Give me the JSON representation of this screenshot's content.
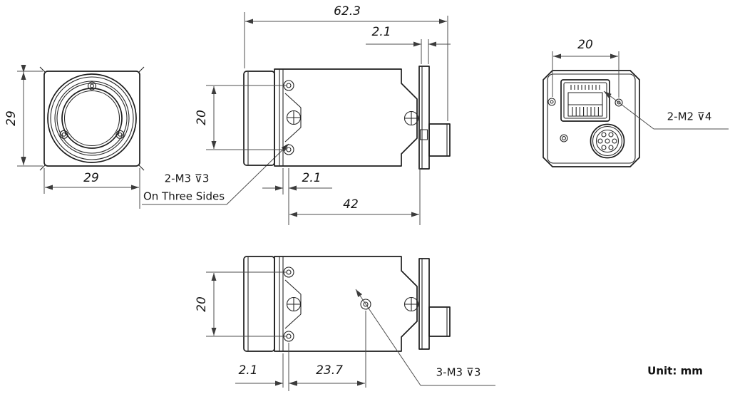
{
  "drawing": {
    "unit_note": "Unit: mm",
    "front_view": {
      "dim_height": "29",
      "dim_width": "29",
      "note_line1": "2-M3 ⊽3",
      "note_line2": "On Three Sides"
    },
    "side_view": {
      "dim_overall_length": "62.3",
      "dim_rear_cap": "2.1",
      "dim_hole_span": "20",
      "dim_front_offset": "2.1",
      "dim_hole_to_rear": "42"
    },
    "rear_view": {
      "dim_screw_span": "20",
      "note_screws": "2-M2 ⊽4"
    },
    "bottom_view": {
      "dim_hole_span": "20",
      "dim_front_offset": "2.1",
      "dim_hole_offset": "23.7",
      "note_screws": "3-M3 ⊽3"
    }
  }
}
